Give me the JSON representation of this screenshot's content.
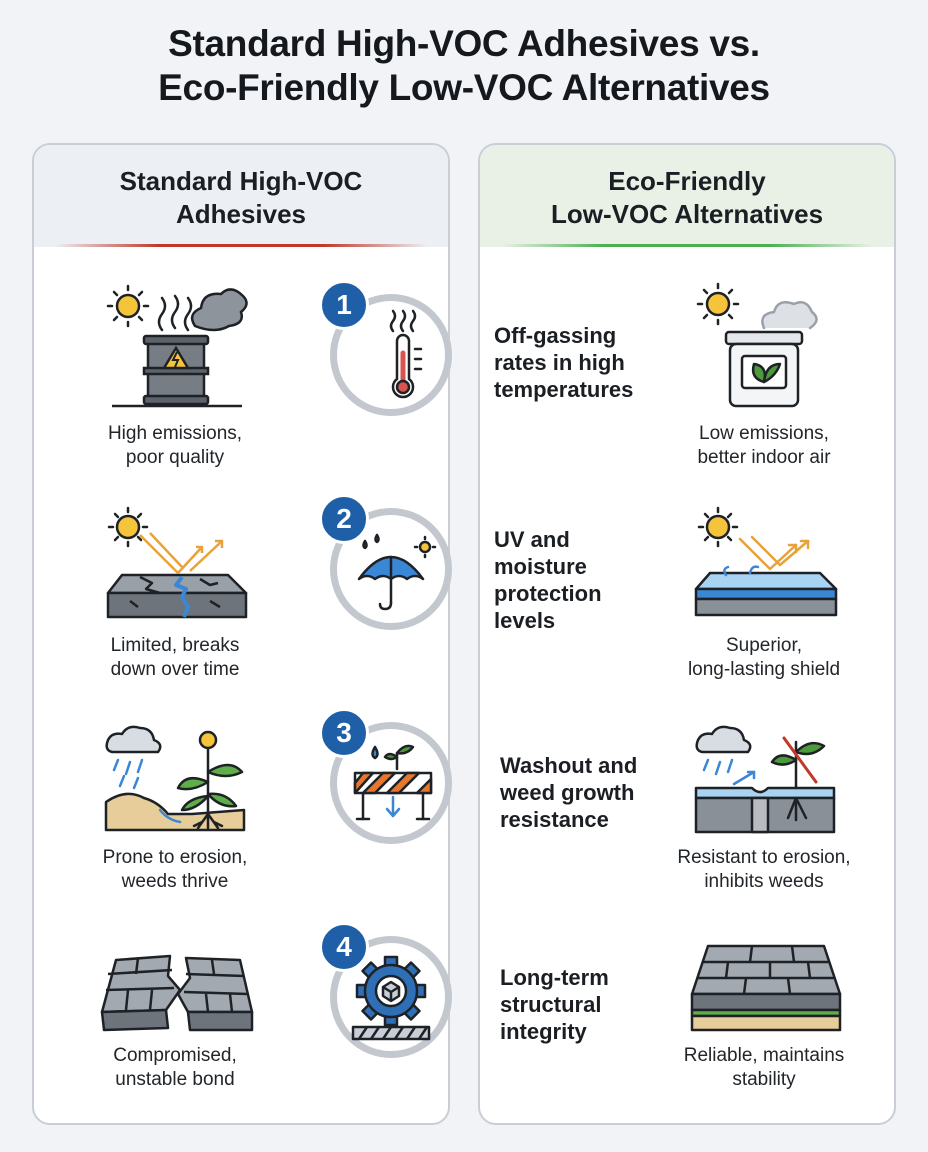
{
  "title": {
    "line1": "Standard High-VOC Adhesives vs.",
    "line2": "Eco-Friendly Low-VOC Alternatives"
  },
  "left_panel": {
    "heading_line1": "Standard High-VOC",
    "heading_line2": "Adhesives",
    "items": [
      {
        "line1": "High emissions,",
        "line2": "poor quality"
      },
      {
        "line1": "Limited, breaks",
        "line2": "down over time"
      },
      {
        "line1": "Prone to erosion,",
        "line2": "weeds thrive"
      },
      {
        "line1": "Compromised,",
        "line2": "unstable bond"
      }
    ]
  },
  "right_panel": {
    "heading_line1": "Eco-Friendly",
    "heading_line2": "Low-VOC Alternatives",
    "items": [
      {
        "line1": "Low emissions,",
        "line2": "better indoor air"
      },
      {
        "line1": "Superior,",
        "line2": "long-lasting shield"
      },
      {
        "line1": "Resistant to erosion,",
        "line2": "inhibits weeds"
      },
      {
        "line1": "Reliable, maintains",
        "line2": "stability"
      }
    ]
  },
  "criteria": [
    {
      "number": "1",
      "lines": [
        "Off-gassing",
        "rates in high",
        "temperatures"
      ]
    },
    {
      "number": "2",
      "lines": [
        "UV and",
        "moisture",
        "protection",
        "levels"
      ]
    },
    {
      "number": "3",
      "lines": [
        "Washout and",
        "weed growth",
        "resistance"
      ]
    },
    {
      "number": "4",
      "lines": [
        "Long-term",
        "structural",
        "integrity"
      ]
    }
  ],
  "colors": {
    "badge_blue": "#1f5fa8",
    "bad_accent": "#c0392b",
    "good_accent": "#4caf50",
    "ring_gray": "#c3c8cf"
  }
}
